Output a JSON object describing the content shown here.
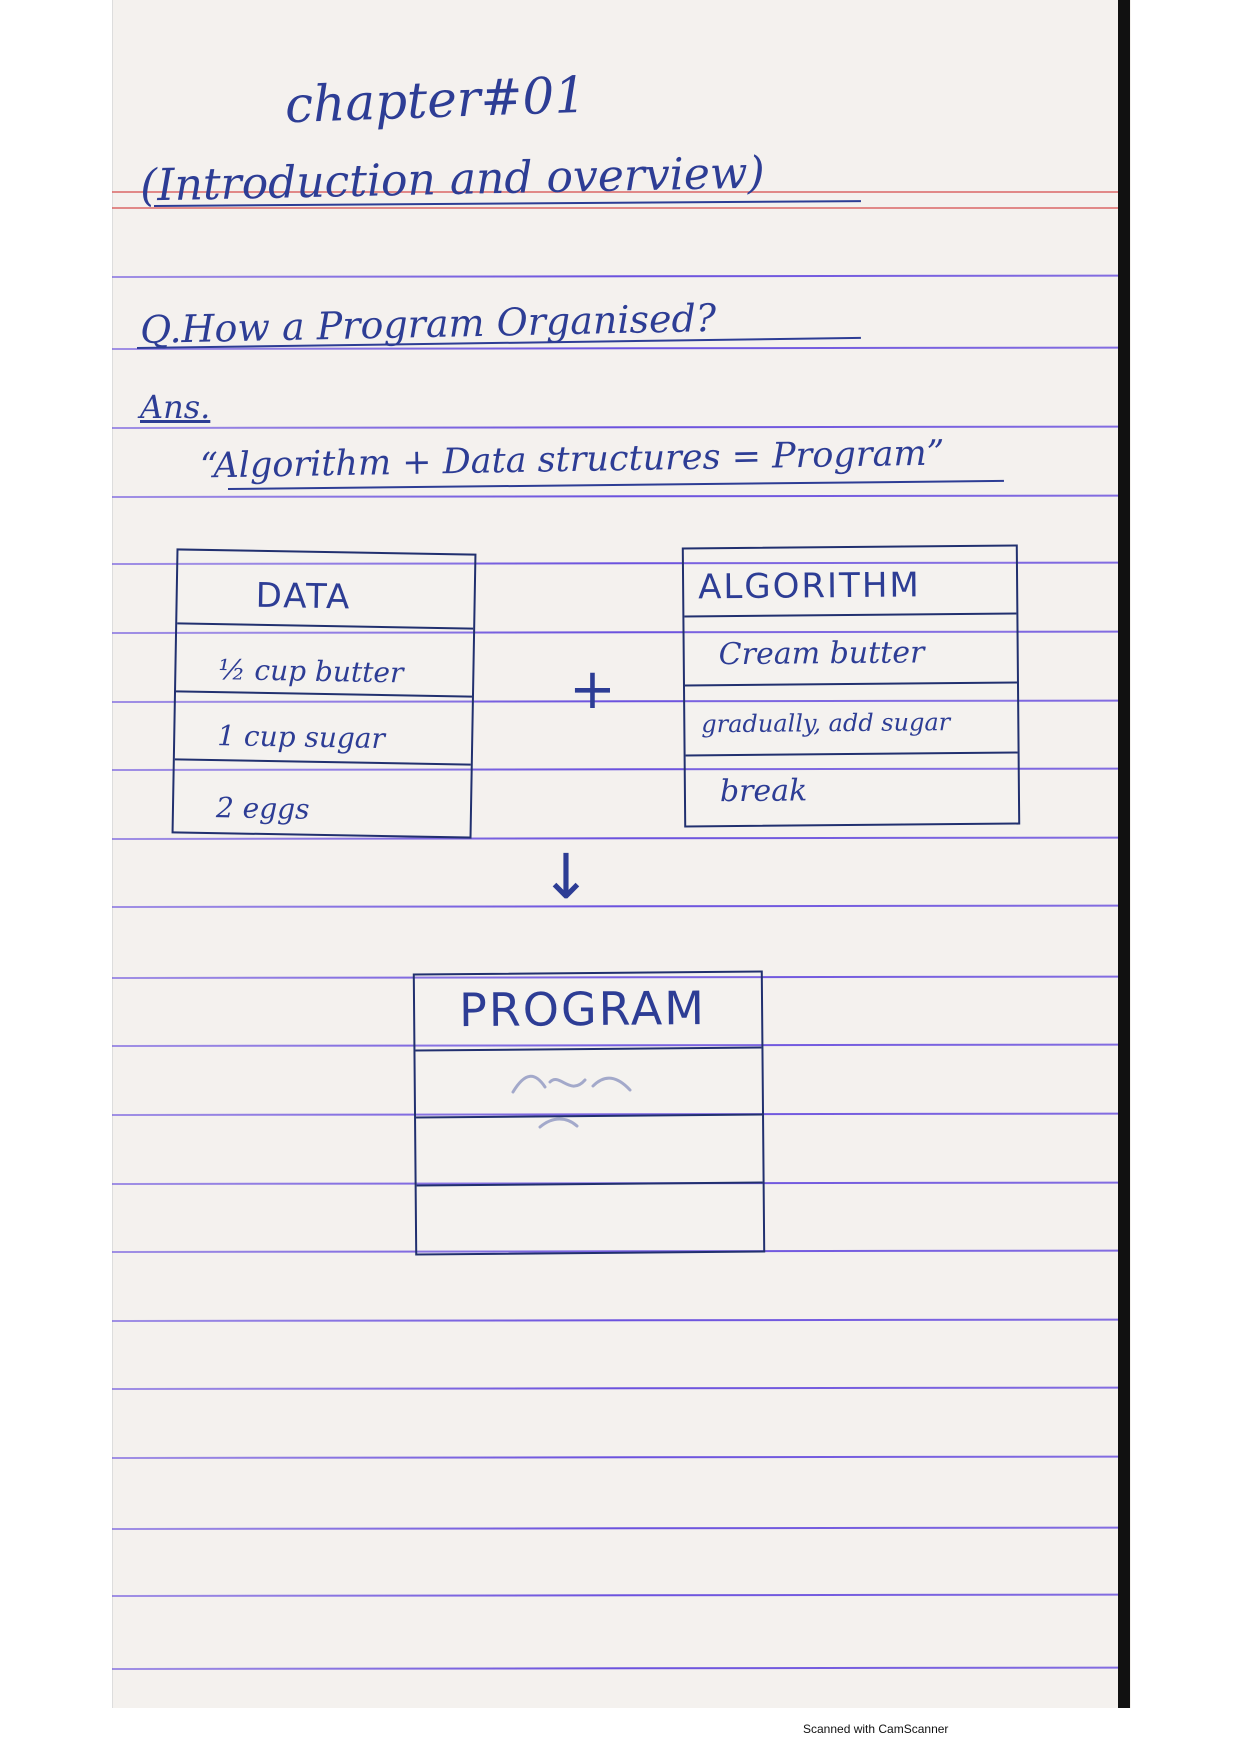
{
  "notebook": {
    "title": "chapter#01",
    "subtitle": "(Introduction and overview)",
    "question": "Q.How a Program Organised?",
    "answer_label": "Ans.",
    "formula": "“Algorithm + Data structures = Program”"
  },
  "diagram": {
    "data_box": {
      "title": "DATA",
      "rows": [
        "½ cup butter",
        "1 cup sugar",
        "2 eggs"
      ]
    },
    "algorithm_box": {
      "title": "ALGORITHM",
      "rows": [
        "Cream butter",
        "gradually, add sugar",
        "break"
      ]
    },
    "plus_symbol": "+",
    "arrow_symbol": "↓",
    "program_box": {
      "title": "PROGRAM"
    }
  },
  "scanner": {
    "watermark": "Scanned with CamScanner"
  },
  "colors": {
    "ink": "#2d3d95",
    "ruled_lines": "#5c40dc",
    "red_margin": "#d75252",
    "paper": "#f4f1ee"
  }
}
